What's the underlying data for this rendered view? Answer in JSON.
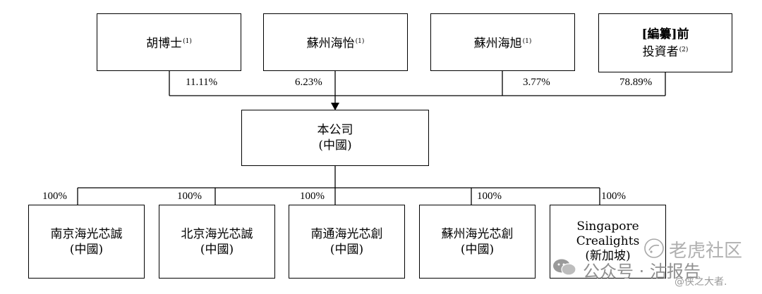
{
  "shareholders": [
    {
      "name": "胡博士",
      "note": "(1)",
      "pct": "11.11%"
    },
    {
      "name": "蘇州海怡",
      "note": "(1)",
      "pct": "6.23%"
    },
    {
      "name": "蘇州海旭",
      "note": "(1)",
      "pct": "3.77%"
    },
    {
      "name_line1": "[編纂]前",
      "name_line2": "投資者",
      "note": "(2)",
      "pct": "78.89%"
    }
  ],
  "company": {
    "line1": "本公司",
    "line2": "(中國)"
  },
  "subsidiaries": [
    {
      "line1": "南京海光芯誠",
      "line2": "(中國)",
      "pct": "100%"
    },
    {
      "line1": "北京海光芯誠",
      "line2": "(中國)",
      "pct": "100%"
    },
    {
      "line1": "南通海光芯創",
      "line2": "(中國)",
      "pct": "100%"
    },
    {
      "line1": "蘇州海光芯創",
      "line2": "(中國)",
      "pct": "100%"
    },
    {
      "line1": "Singapore",
      "line2": "Crealights",
      "line3": "(新加坡)",
      "pct": "100%"
    }
  ],
  "watermark": {
    "line1": "老虎社区",
    "line2": "公众号 · 沽报告",
    "line3": "@侠之大者."
  }
}
